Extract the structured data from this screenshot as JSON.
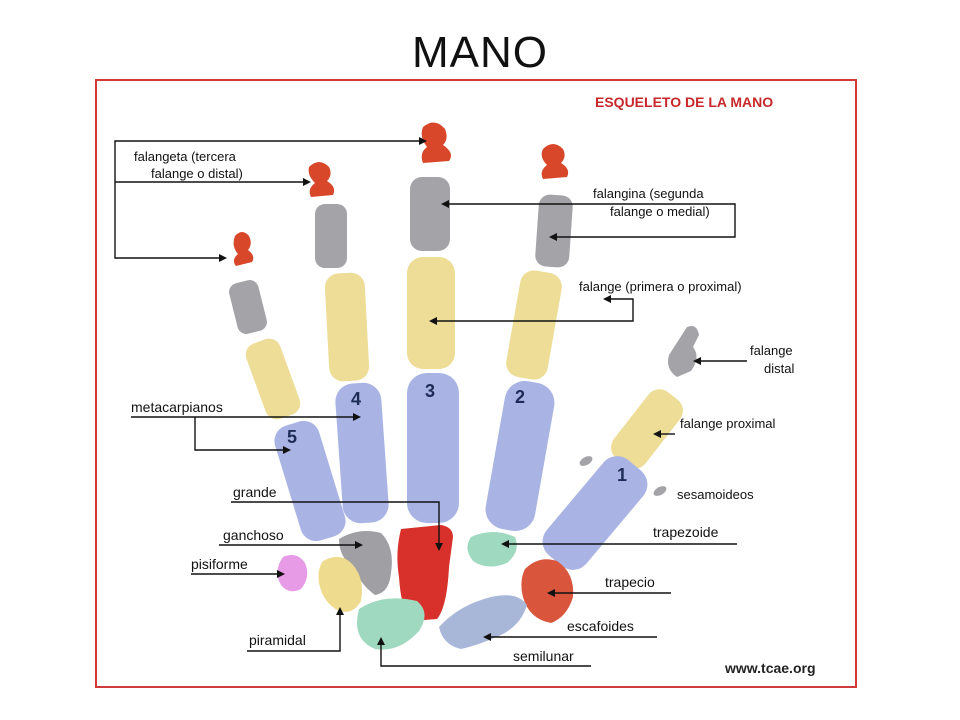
{
  "slide": {
    "title": "MANO"
  },
  "figure": {
    "heading": "ESQUELETO DE LA MANO",
    "credit": "www.tcae.org",
    "colors": {
      "frame": "#d23a3a",
      "heading": "#c8282b",
      "distal_phalanx": "#d9472b",
      "middle_phalanx": "#a4a4a8",
      "proximal_phalanx": "#eddd97",
      "metacarpal": "#a9b4e4",
      "grande": "#d8302a",
      "trapezoide": "#9fd9c0",
      "trapecio": "#d9553c",
      "escafoides": "#a8b6d8",
      "semilunar": "#9fd9c0",
      "piramidal": "#eedb8e",
      "pisiforme": "#e79ae6",
      "ganchoso": "#a0a0a4"
    },
    "labels": {
      "falangeta_1": "falangeta (tercera",
      "falangeta_2": "falange o distal)",
      "falangina_1": "falangina (segunda",
      "falangina_2": "falange o medial)",
      "falange_proximal": "falange (primera o proximal)",
      "thumb_distal_1": "falange",
      "thumb_distal_2": "distal",
      "thumb_proximal": "falange proximal",
      "metacarpianos": "metacarpianos",
      "sesamoideos": "sesamoideos",
      "grande": "grande",
      "ganchoso": "ganchoso",
      "trapezoide": "trapezoide",
      "pisiforme": "pisiforme",
      "trapecio": "trapecio",
      "piramidal": "piramidal",
      "escafoides": "escafoides",
      "semilunar": "semilunar"
    },
    "metacarpal_numbers": [
      "1",
      "2",
      "3",
      "4",
      "5"
    ]
  }
}
